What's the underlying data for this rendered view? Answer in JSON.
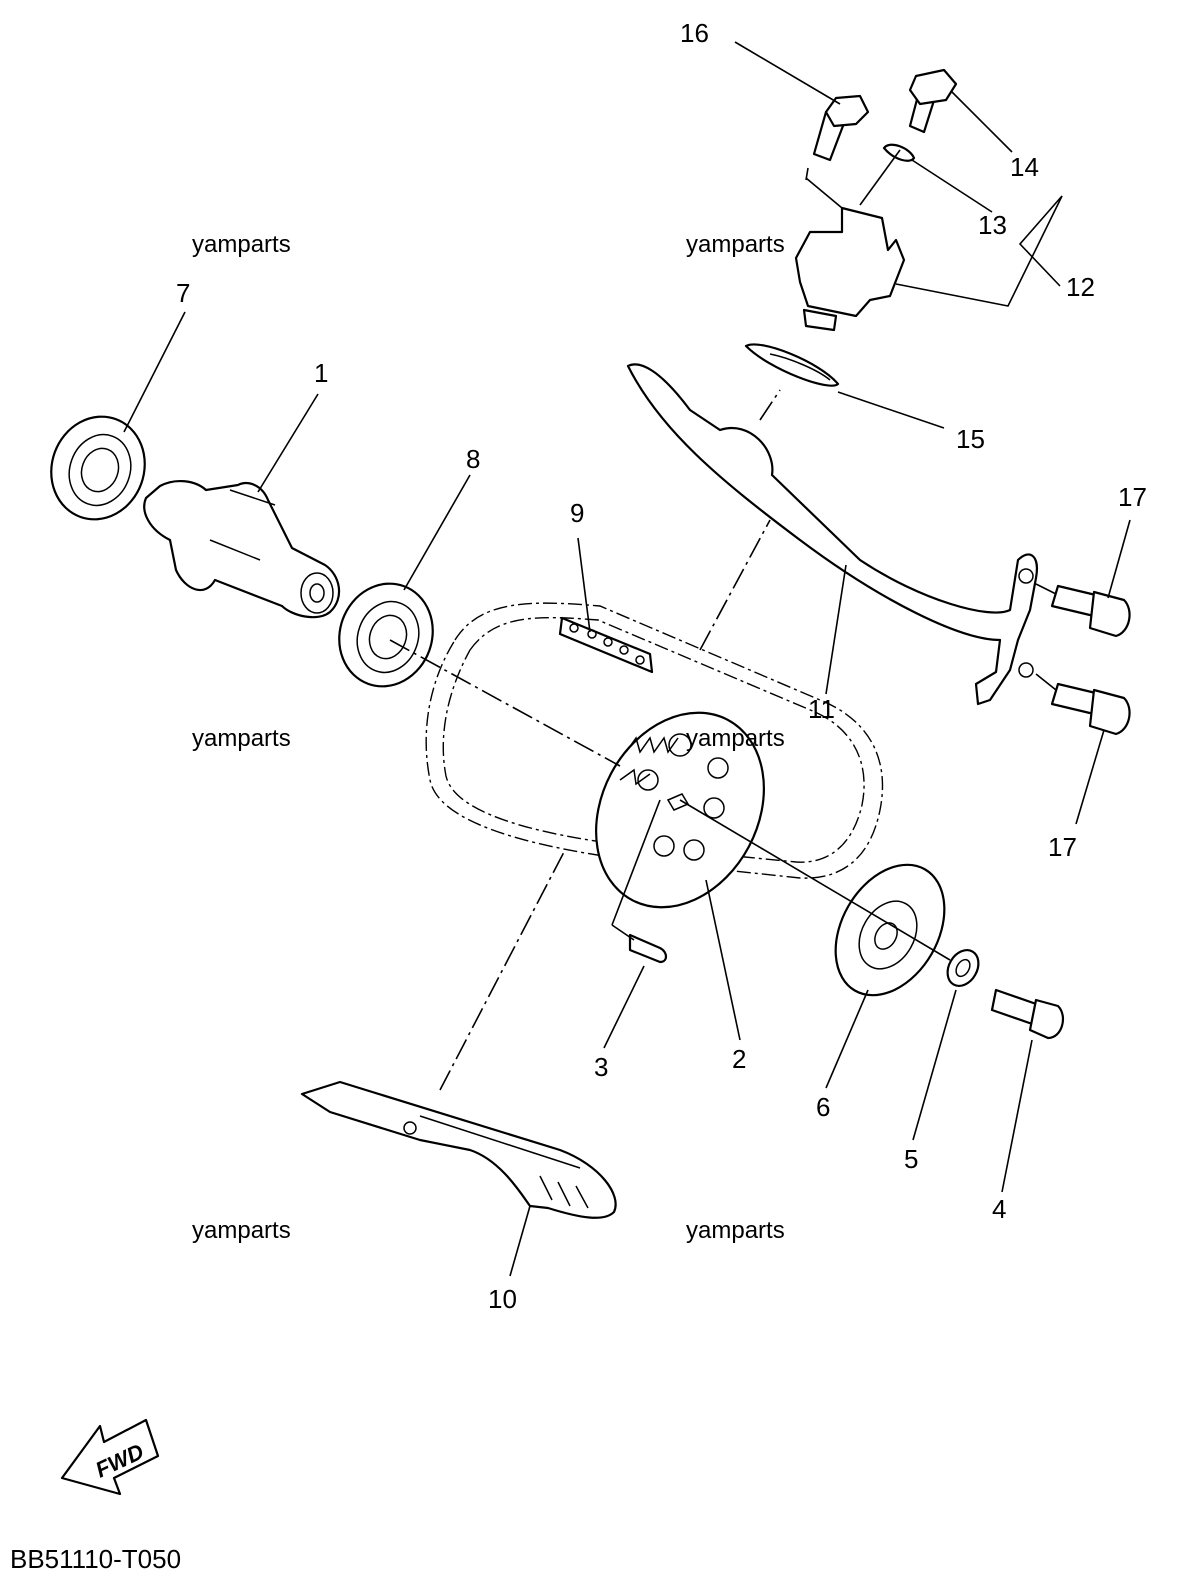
{
  "diagram": {
    "callouts": [
      "1",
      "2",
      "3",
      "4",
      "5",
      "6",
      "7",
      "8",
      "9",
      "10",
      "11",
      "12",
      "13",
      "14",
      "15",
      "16",
      "17",
      "17"
    ],
    "watermarks": [
      "yamparts",
      "yamparts",
      "yamparts",
      "yamparts",
      "yamparts",
      "yamparts"
    ],
    "fwd_label": "FWD",
    "drawing_code": "BB51110-T050"
  }
}
